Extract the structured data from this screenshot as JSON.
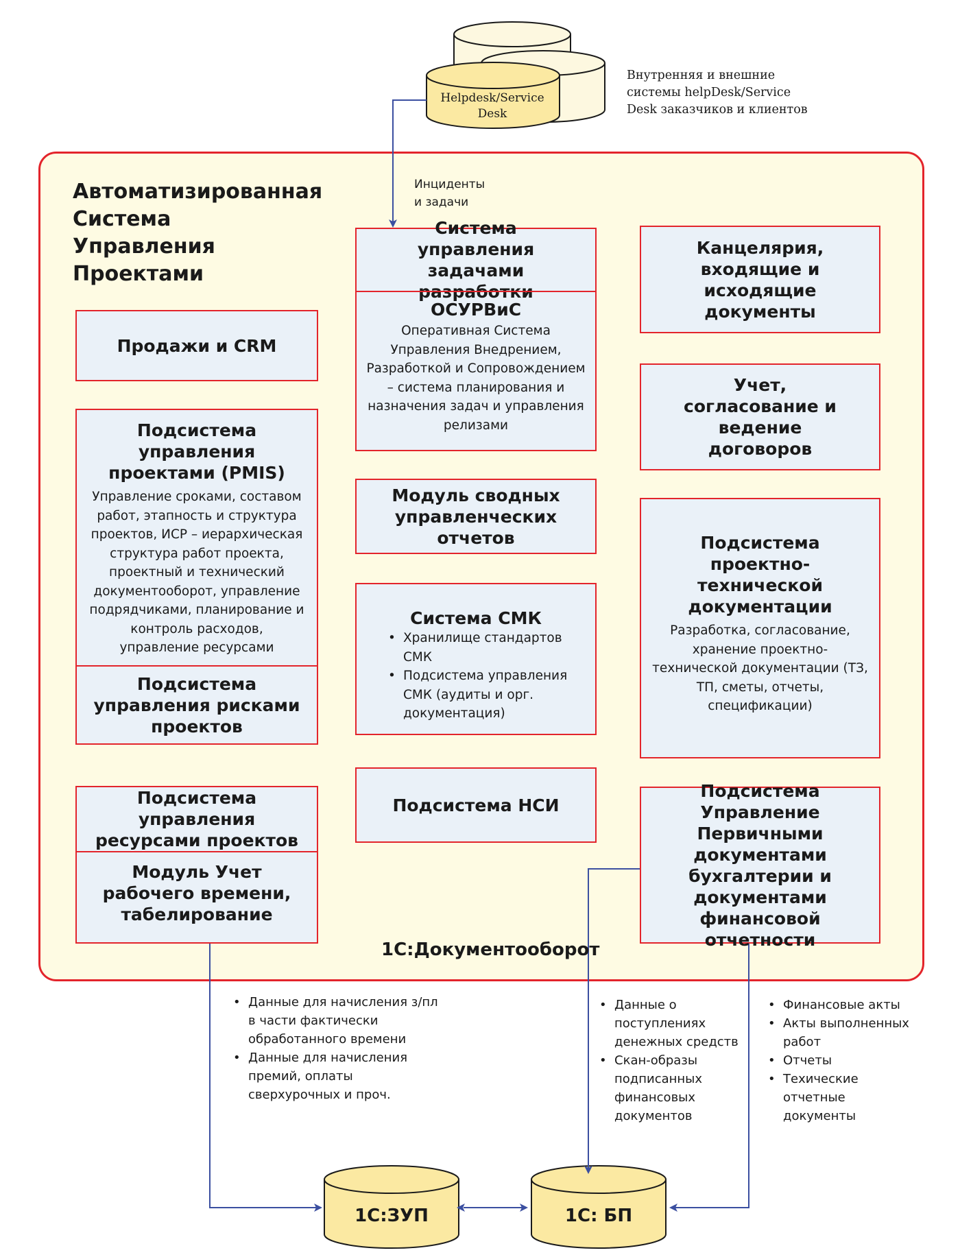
{
  "colors": {
    "frame_border": "#e3242b",
    "frame_fill": "#fefbe3",
    "box_fill": "#eaf1f8",
    "db_fill": "#fbe9a2",
    "arrow": "#3b4fa0"
  },
  "helpdesk": {
    "db_label": "Helpdesk/Service Desk",
    "note": [
      "Внутренняя и внешние",
      "системы helpDesk/Service",
      "Desk заказчиков и клиентов"
    ]
  },
  "incidents_label": [
    "Инциденты",
    "и задачи"
  ],
  "system_title": [
    "Автоматизированная",
    "Система",
    "Управления",
    "Проектами"
  ],
  "footer_label": "1С:Документооборот",
  "boxes": {
    "sales": {
      "title": "Продажи и CRM"
    },
    "pmis": {
      "title": "Подсистема управления проектами (PMIS)",
      "desc": "Управление сроками, составом работ, этапность и структура проектов, ИСР – иерархическая структура работ проекта, проектный и технический документооборот, управление подрядчиками, планирование и контроль расходов, управление ресурсами"
    },
    "risks": {
      "title": "Подсистема управления рисками проектов"
    },
    "resources": {
      "title": "Подсистема управления ресурсами проектов"
    },
    "timesheet": {
      "title": "Модуль Учет рабочего времени, табелирование"
    },
    "dev_tasks": {
      "title": "Система управления задачами разработки"
    },
    "osurvis": {
      "title": "ОСУРВиС",
      "desc": "Оперативная Система Управления Внедрением, Разработкой и Сопровождением – система планирования и назначения задач и управления релизами"
    },
    "reports": {
      "title": "Модуль сводных управленческих отчетов"
    },
    "smk": {
      "title": "Система СМК",
      "items": [
        "Хранилище стандартов СМК",
        "Подсистема управления СМК (аудиты и орг. документация)"
      ]
    },
    "nsi": {
      "title": "Подсистема НСИ"
    },
    "office": {
      "title": "Канцелярия, входящие и исходящие документы"
    },
    "contracts": {
      "title": "Учет, согласование и ведение договоров"
    },
    "ptd": {
      "title": "Подсистема проектно-технической документации",
      "desc": "Разработка, согласование, хранение проектно-технической документации (ТЗ, ТП, сметы, отчеты, спецификации)"
    },
    "primary_docs": {
      "title": "Подсистема Управление Первичными документами бухгалтерии и документами финансовой отчетности"
    }
  },
  "flows": {
    "zup_data": [
      "Данные для начисления з/пл в части фактически обработанного времени",
      "Данные для начисления премий, оплаты сверхурочных и проч."
    ],
    "bp_data": [
      "Данные о поступлениях денежных средств",
      "Скан-образы подписанных финансовых документов"
    ],
    "fin_data": [
      "Финансовые акты",
      "Акты выполненных работ",
      "Отчеты",
      "Техические отчетные документы"
    ]
  },
  "databases": {
    "zup": "1С:ЗУП",
    "bp": "1С: БП"
  }
}
